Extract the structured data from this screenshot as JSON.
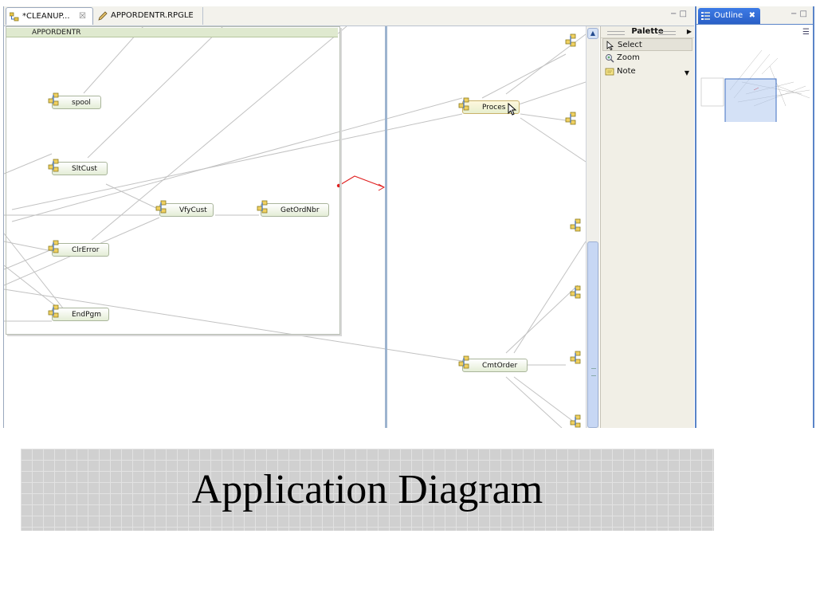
{
  "editor": {
    "tabs": [
      {
        "label": "*CLEANUP...",
        "close": "☒"
      },
      {
        "label": "APPORDENTR.RPGLE"
      }
    ],
    "group_label": "APPORDENTR",
    "window_controls": "− □"
  },
  "nodes": {
    "spool": "spool",
    "sltcust": "SltCust",
    "vfycust": "VfyCust",
    "getordnbr": "GetOrdNbr",
    "clrerror": "ClrError",
    "endpgm": "EndPgm",
    "process": "Proces",
    "cmtorder": "CmtOrder"
  },
  "palette": {
    "title": "Palette",
    "items": [
      {
        "label": "Select",
        "icon": "arrow-cursor-icon"
      },
      {
        "label": "Zoom",
        "icon": "zoom-icon"
      },
      {
        "label": "Note",
        "icon": "note-icon"
      }
    ]
  },
  "outline": {
    "tab_label": "Outline",
    "close": "✖",
    "window_controls": "− □"
  },
  "caption": {
    "title": "Application Diagram"
  },
  "colors": {
    "node_fill": "#e4edd6",
    "selection_blue": "#5a84c8",
    "connector": "#b8b8b8",
    "active_link": "#e02020"
  }
}
